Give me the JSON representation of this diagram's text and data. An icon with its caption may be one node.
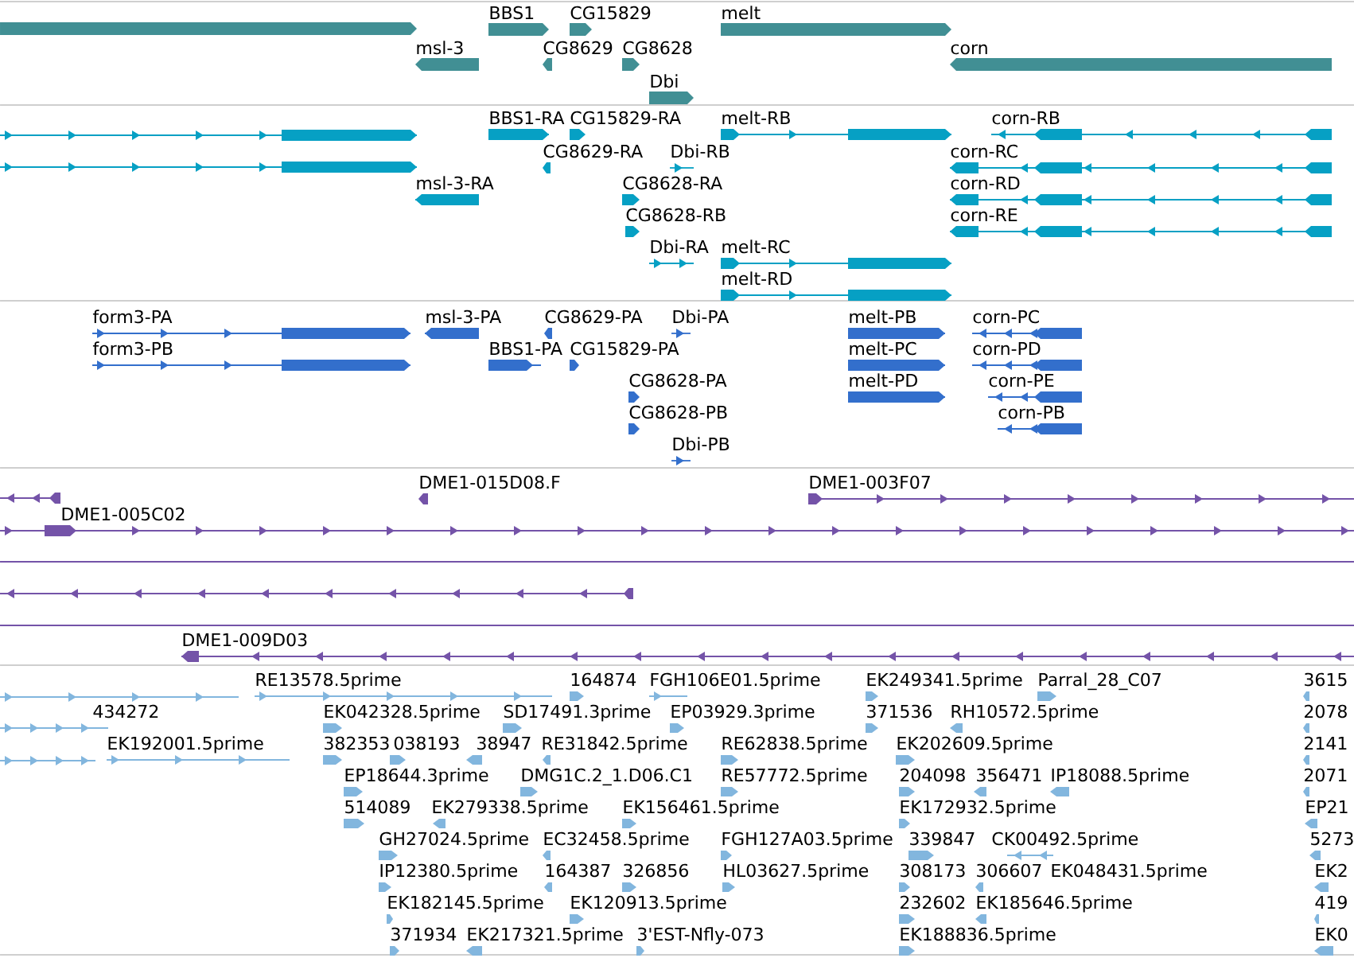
{
  "diagram": {
    "labels": [
      "BBS1",
      "CG15829",
      "melt",
      "msl-3",
      "CG8629",
      "CG8628",
      "corn",
      "Dbi",
      "BBS1-RA",
      "CG15829-RA",
      "melt-RB",
      "corn-RB",
      "CG8629-RA",
      "Dbi-RB",
      "corn-RC",
      "msl-3-RA",
      "CG8628-RA",
      "corn-RD",
      "CG8628-RB",
      "corn-RE",
      "Dbi-RA",
      "melt-RC",
      "melt-RD",
      "form3-PA",
      "msl-3-PA",
      "CG8629-PA",
      "Dbi-PA",
      "melt-PB",
      "corn-PC",
      "form3-PB",
      "BBS1-PA",
      "CG15829-PA",
      "melt-PC",
      "corn-PD",
      "CG8628-PA",
      "melt-PD",
      "corn-PE",
      "CG8628-PB",
      "corn-PB",
      "Dbi-PB",
      "DME1-015D08.F",
      "DME1-003F07",
      "DME1-005C02",
      "DME1-009D03",
      "RE13578.5prime",
      "164874",
      "FGH106E01.5prime",
      "EK249341.5prime",
      "Parral_28_C07",
      "3615",
      "434272",
      "EK042328.5prime",
      "SD17491.3prime",
      "EP03929.3prime",
      "371536",
      "RH10572.5prime",
      "2078",
      "EK192001.5prime",
      "382353",
      "038193",
      "38947",
      "RE31842.5prime",
      "RE62838.5prime",
      "EK202609.5prime",
      "2141",
      "EP18644.3prime",
      "DMG1C.2_1.D06.C1",
      "RE57772.5prime",
      "204098",
      "356471",
      "IP18088.5prime",
      "2071",
      "514089",
      "EK279338.5prime",
      "EK156461.5prime",
      "EK172932.5prime",
      "EP21",
      "GH27024.5prime",
      "EC32458.5prime",
      "FGH127A03.5prime",
      "339847",
      "CK00492.5prime",
      "5273",
      "IP12380.5prime",
      "164387",
      "326856",
      "HL03627.5prime",
      "308173",
      "306607",
      "EK048431.5prime",
      "EK2",
      "EK182145.5prime",
      "EK120913.5prime",
      "232602",
      "EK185646.5prime",
      "419",
      "371934",
      "EK217321.5prime",
      "3'EST-Nfly-073",
      "EK188836.5prime",
      "EK0"
    ]
  }
}
